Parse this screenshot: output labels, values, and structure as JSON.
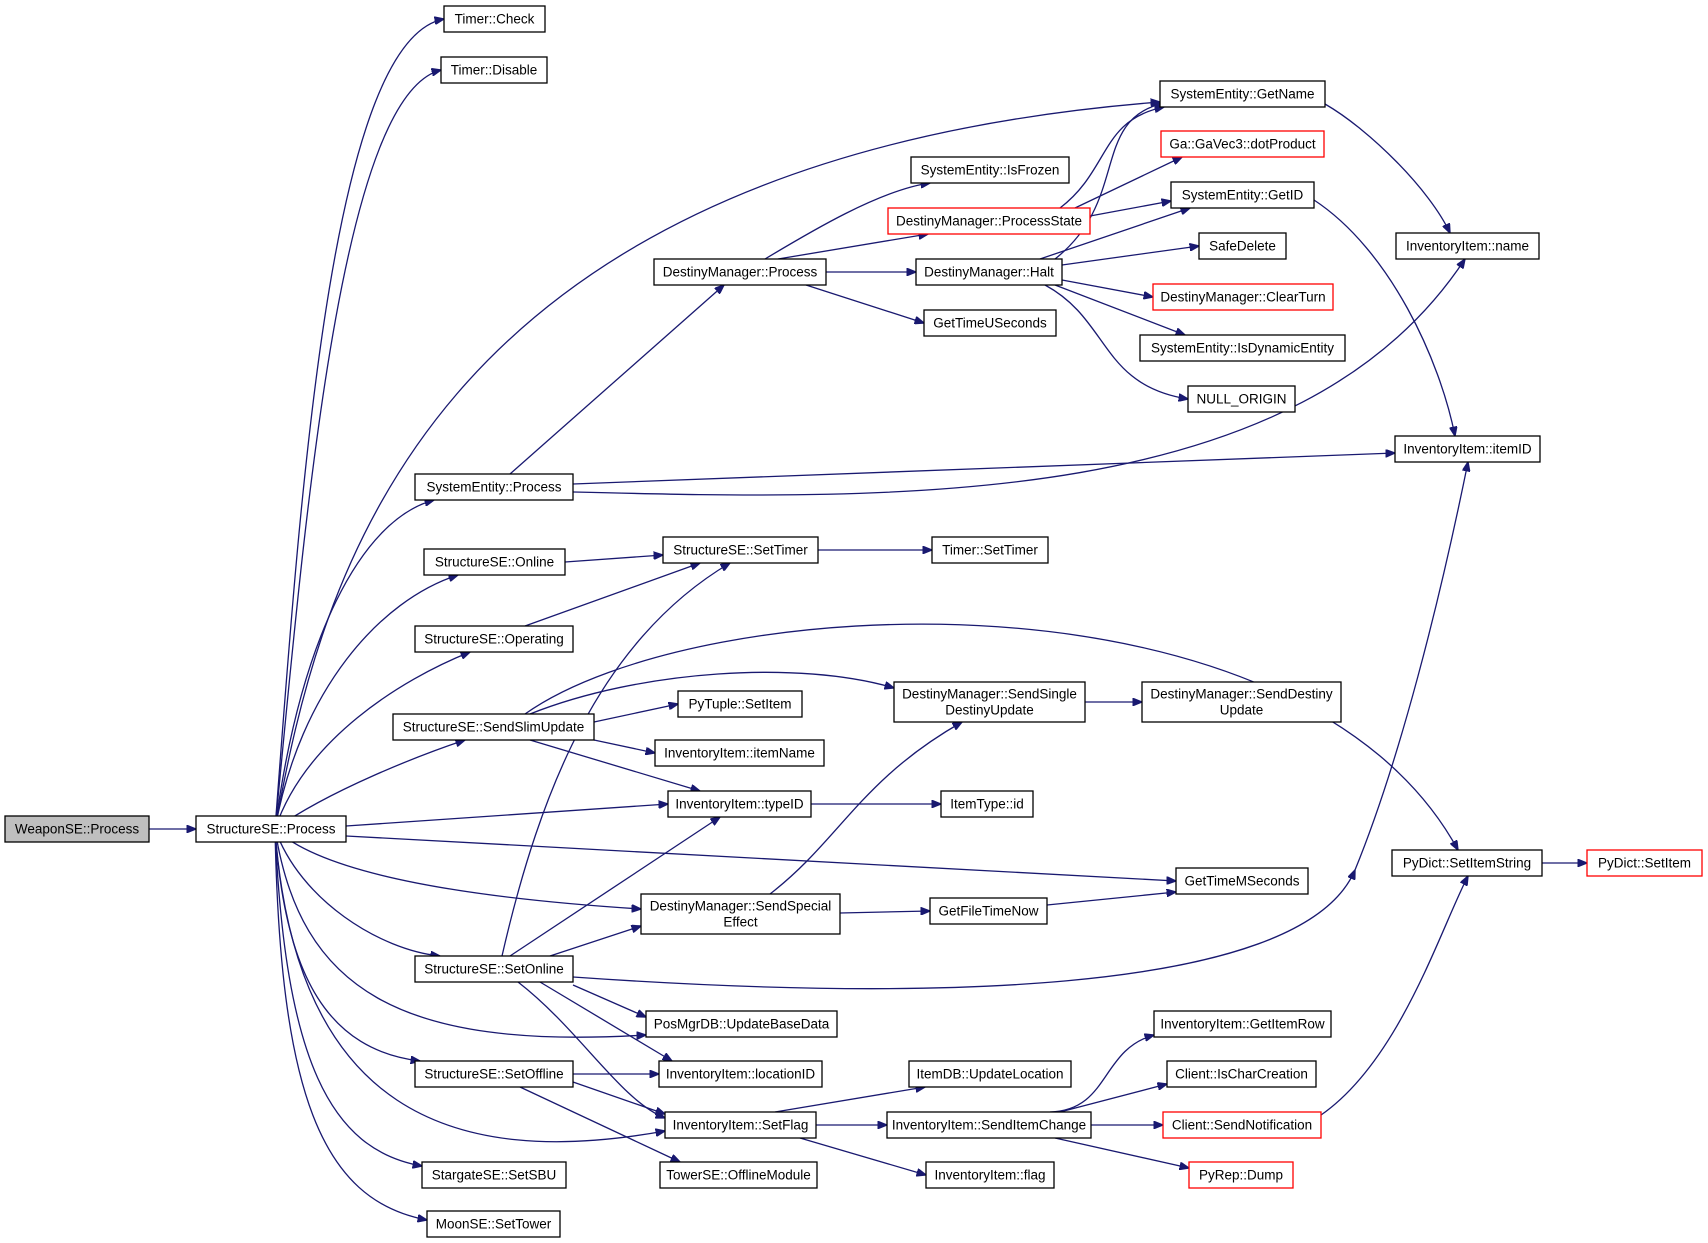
{
  "colors": {
    "edge": "#191970",
    "node_fill": "#ffffff",
    "node_border": "#000000",
    "node_border_truncated": "#ff0000",
    "root_fill": "#bfbfbf"
  },
  "nodes": {
    "weapon_process": {
      "label": "WeaponSE::Process",
      "style": "root"
    },
    "structure_process": {
      "label": "StructureSE::Process"
    },
    "timer_check": {
      "label": "Timer::Check"
    },
    "timer_disable": {
      "label": "Timer::Disable"
    },
    "se_getname": {
      "label": "SystemEntity::GetName"
    },
    "ga_dotproduct": {
      "label": "Ga::GaVec3::dotProduct",
      "style": "truncated"
    },
    "se_isfrozen": {
      "label": "SystemEntity::IsFrozen"
    },
    "dm_processstate": {
      "label": "DestinyManager::ProcessState",
      "style": "truncated"
    },
    "se_getid": {
      "label": "SystemEntity::GetID"
    },
    "dm_process": {
      "label": "DestinyManager::Process"
    },
    "dm_halt": {
      "label": "DestinyManager::Halt"
    },
    "safedelete": {
      "label": "SafeDelete"
    },
    "ii_name": {
      "label": "InventoryItem::name"
    },
    "dm_clearturn": {
      "label": "DestinyManager::ClearTurn",
      "style": "truncated"
    },
    "gettimeuseconds": {
      "label": "GetTimeUSeconds"
    },
    "se_isdynamic": {
      "label": "SystemEntity::IsDynamicEntity"
    },
    "null_origin": {
      "label": "NULL_ORIGIN"
    },
    "ii_itemid": {
      "label": "InventoryItem::itemID"
    },
    "sysent_process": {
      "label": "SystemEntity::Process"
    },
    "st_online": {
      "label": "StructureSE::Online"
    },
    "st_settimer": {
      "label": "StructureSE::SetTimer"
    },
    "timer_settimer": {
      "label": "Timer::SetTimer"
    },
    "st_operating": {
      "label": "StructureSE::Operating"
    },
    "pytuple_setitem": {
      "label": "PyTuple::SetItem"
    },
    "dm_sendsingle": {
      "label": "DestinyManager::SendSingle",
      "label2": "DestinyUpdate"
    },
    "dm_senddestiny": {
      "label": "DestinyManager::SendDestiny",
      "label2": "Update"
    },
    "st_sendslim": {
      "label": "StructureSE::SendSlimUpdate"
    },
    "ii_itemname": {
      "label": "InventoryItem::itemName"
    },
    "ii_typeid": {
      "label": "InventoryItem::typeID"
    },
    "itemtype_id": {
      "label": "ItemType::id"
    },
    "pydict_setitemstring": {
      "label": "PyDict::SetItemString"
    },
    "pydict_setitem": {
      "label": "PyDict::SetItem",
      "style": "truncated"
    },
    "gettimemseconds": {
      "label": "GetTimeMSeconds"
    },
    "dm_sendspecial": {
      "label": "DestinyManager::SendSpecial",
      "label2": "Effect"
    },
    "getfiletimenow": {
      "label": "GetFileTimeNow"
    },
    "st_setonline": {
      "label": "StructureSE::SetOnline"
    },
    "posmgr_update": {
      "label": "PosMgrDB::UpdateBaseData"
    },
    "ii_getitemrow": {
      "label": "InventoryItem::GetItemRow"
    },
    "st_setoffline": {
      "label": "StructureSE::SetOffline"
    },
    "ii_locationid": {
      "label": "InventoryItem::locationID"
    },
    "itemdb_updateloc": {
      "label": "ItemDB::UpdateLocation"
    },
    "client_ischar": {
      "label": "Client::IsCharCreation"
    },
    "ii_setflag": {
      "label": "InventoryItem::SetFlag"
    },
    "ii_senditemchange": {
      "label": "InventoryItem::SendItemChange"
    },
    "client_sendnotif": {
      "label": "Client::SendNotification",
      "style": "truncated"
    },
    "stargate_setsbu": {
      "label": "StargateSE::SetSBU"
    },
    "tower_offline": {
      "label": "TowerSE::OfflineModule"
    },
    "ii_flag": {
      "label": "InventoryItem::flag"
    },
    "pyrep_dump": {
      "label": "PyRep::Dump",
      "style": "truncated"
    },
    "moon_settower": {
      "label": "MoonSE::SetTower"
    }
  }
}
